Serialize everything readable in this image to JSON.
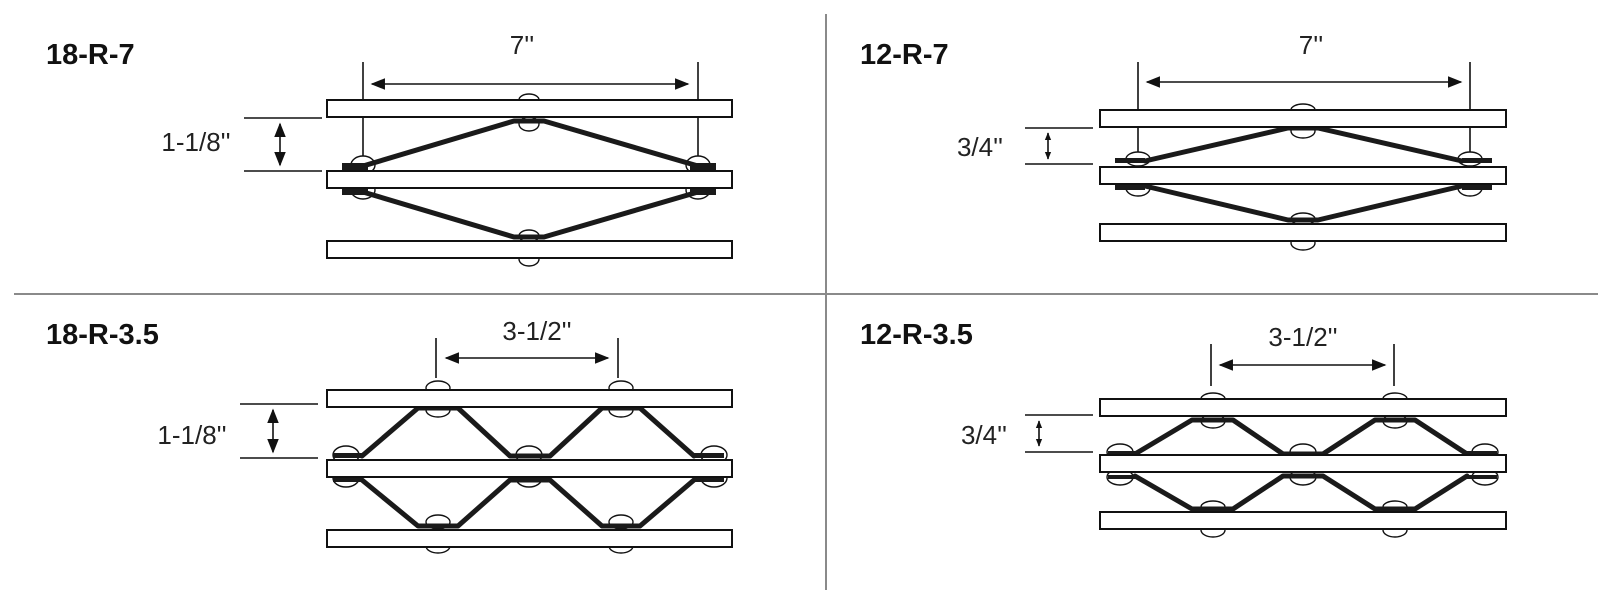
{
  "figure": {
    "description": "Truss-type masonry joint reinforcement configurations",
    "colors": {
      "line": "#111111",
      "wire": "#1a1a1a",
      "divider": "#8a8a8a",
      "background": "#ffffff"
    },
    "panels": [
      {
        "id": "18-R-7",
        "title": "18-R-7",
        "spacing_label": "7''",
        "height_label": "1-1/8''",
        "pattern": "single-diamond"
      },
      {
        "id": "12-R-7",
        "title": "12-R-7",
        "spacing_label": "7''",
        "height_label": "3/4''",
        "pattern": "single-diamond"
      },
      {
        "id": "18-R-3.5",
        "title": "18-R-3.5",
        "spacing_label": "3-1/2''",
        "height_label": "1-1/8''",
        "pattern": "double-diamond"
      },
      {
        "id": "12-R-3.5",
        "title": "12-R-3.5",
        "spacing_label": "3-1/2''",
        "height_label": "3/4''",
        "pattern": "double-diamond"
      }
    ]
  }
}
